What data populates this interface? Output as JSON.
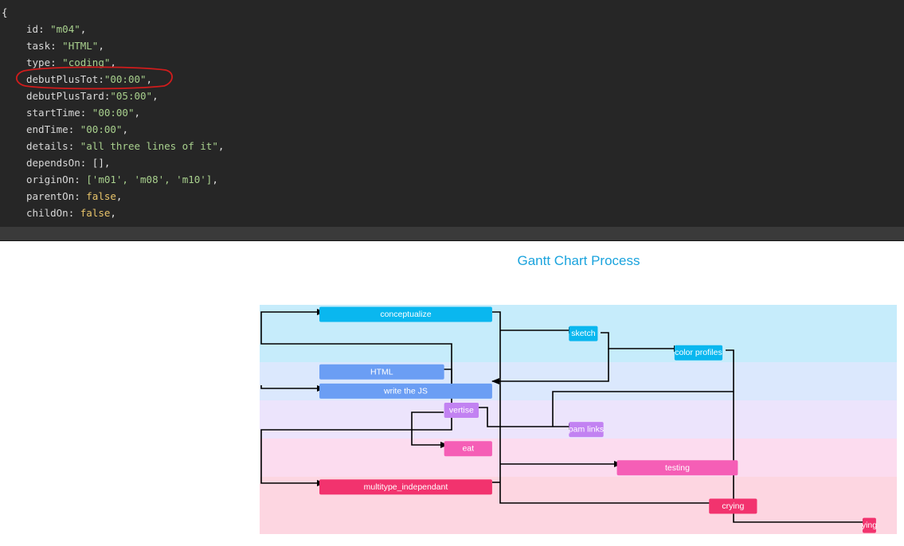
{
  "editor": {
    "open_brace": "{",
    "lines": [
      {
        "key": "id",
        "sep": ": ",
        "value": "\"m04\"",
        "vtype": "s",
        "end": ","
      },
      {
        "key": "task",
        "sep": ": ",
        "value": "\"HTML\"",
        "vtype": "s",
        "end": ","
      },
      {
        "key": "type",
        "sep": ": ",
        "value": "\"coding\"",
        "vtype": "s",
        "end": ","
      },
      {
        "key": "debutPlusTot",
        "sep": ":",
        "value": "\"00:00\"",
        "vtype": "s",
        "end": ","
      },
      {
        "key": "debutPlusTard",
        "sep": ":",
        "value": "\"05:00\"",
        "vtype": "s",
        "end": ","
      },
      {
        "key": "startTime",
        "sep": ": ",
        "value": "\"00:00\"",
        "vtype": "s",
        "end": ","
      },
      {
        "key": "endTime",
        "sep": ": ",
        "value": "\"00:00\"",
        "vtype": "s",
        "end": ","
      },
      {
        "key": "details",
        "sep": ": ",
        "value": "\"all three lines of it\"",
        "vtype": "s",
        "end": ","
      },
      {
        "key": "dependsOn",
        "sep": ": ",
        "value": "[]",
        "vtype": "p",
        "end": ","
      },
      {
        "key": "originOn",
        "sep": ": ",
        "value": "['m01', 'm08', 'm10']",
        "vtype": "s",
        "end": ","
      },
      {
        "key": "parentOn",
        "sep": ": ",
        "value": "false",
        "vtype": "b",
        "end": ","
      },
      {
        "key": "childOn",
        "sep": ": ",
        "value": "false",
        "vtype": "b",
        "end": ","
      }
    ],
    "annotation_color": "#d01c1c"
  },
  "chart_data": {
    "type": "gantt",
    "title": "Gantt Chart Process",
    "title_color": "#1aa3dd",
    "bands": [
      {
        "color": "#c6ecfb"
      },
      {
        "color": "#dbe8fd"
      },
      {
        "color": "#ece4fc"
      },
      {
        "color": "#fcdcef"
      },
      {
        "color": "#fdd6e1"
      }
    ],
    "tasks": [
      {
        "id": "conceptualize",
        "label": "conceptualize",
        "group": 0,
        "row": 0,
        "start": 0,
        "end": 9,
        "color": "#0ab7ef"
      },
      {
        "id": "sketch",
        "label": "sketch",
        "group": 0,
        "row": 1,
        "start": 13,
        "end": 14.5,
        "color": "#0ab7ef"
      },
      {
        "id": "color_profiles",
        "label": "color profiles",
        "group": 0,
        "row": 2,
        "start": 18.5,
        "end": 21,
        "color": "#0ab7ef"
      },
      {
        "id": "html",
        "label": "HTML",
        "group": 1,
        "row": 3,
        "start": 0,
        "end": 6.5,
        "color": "#6b9ef4"
      },
      {
        "id": "write_js",
        "label": "write the JS",
        "group": 1,
        "row": 4,
        "start": 0,
        "end": 9,
        "color": "#6b9ef4"
      },
      {
        "id": "advertise",
        "label": "advertise",
        "display_label": "vertise",
        "group": 2,
        "row": 5,
        "start": 6.5,
        "end": 8.3,
        "color": "#c282f2"
      },
      {
        "id": "spam_links",
        "label": "spam links",
        "display_label": "pam links",
        "group": 2,
        "row": 6,
        "start": 13,
        "end": 14.8,
        "color": "#c282f2"
      },
      {
        "id": "eat",
        "label": "eat",
        "group": 3,
        "row": 7,
        "start": 6.5,
        "end": 9,
        "color": "#f55eb6"
      },
      {
        "id": "testing",
        "label": "testing",
        "group": 3,
        "row": 8,
        "start": 15.5,
        "end": 21.8,
        "color": "#f55eb6"
      },
      {
        "id": "multitype",
        "label": "multitype_independant",
        "group": 4,
        "row": 9,
        "start": 0,
        "end": 9,
        "color": "#f2336e"
      },
      {
        "id": "crying",
        "label": "crying",
        "display_label": "crying",
        "group": 4,
        "row": 10,
        "start": 20.3,
        "end": 22.8,
        "color": "#f2336e"
      },
      {
        "id": "dying",
        "label": "dying",
        "display_label": "ying",
        "group": 4,
        "row": 11,
        "start": 28.3,
        "end": 29,
        "color": "#f2336e"
      }
    ]
  }
}
